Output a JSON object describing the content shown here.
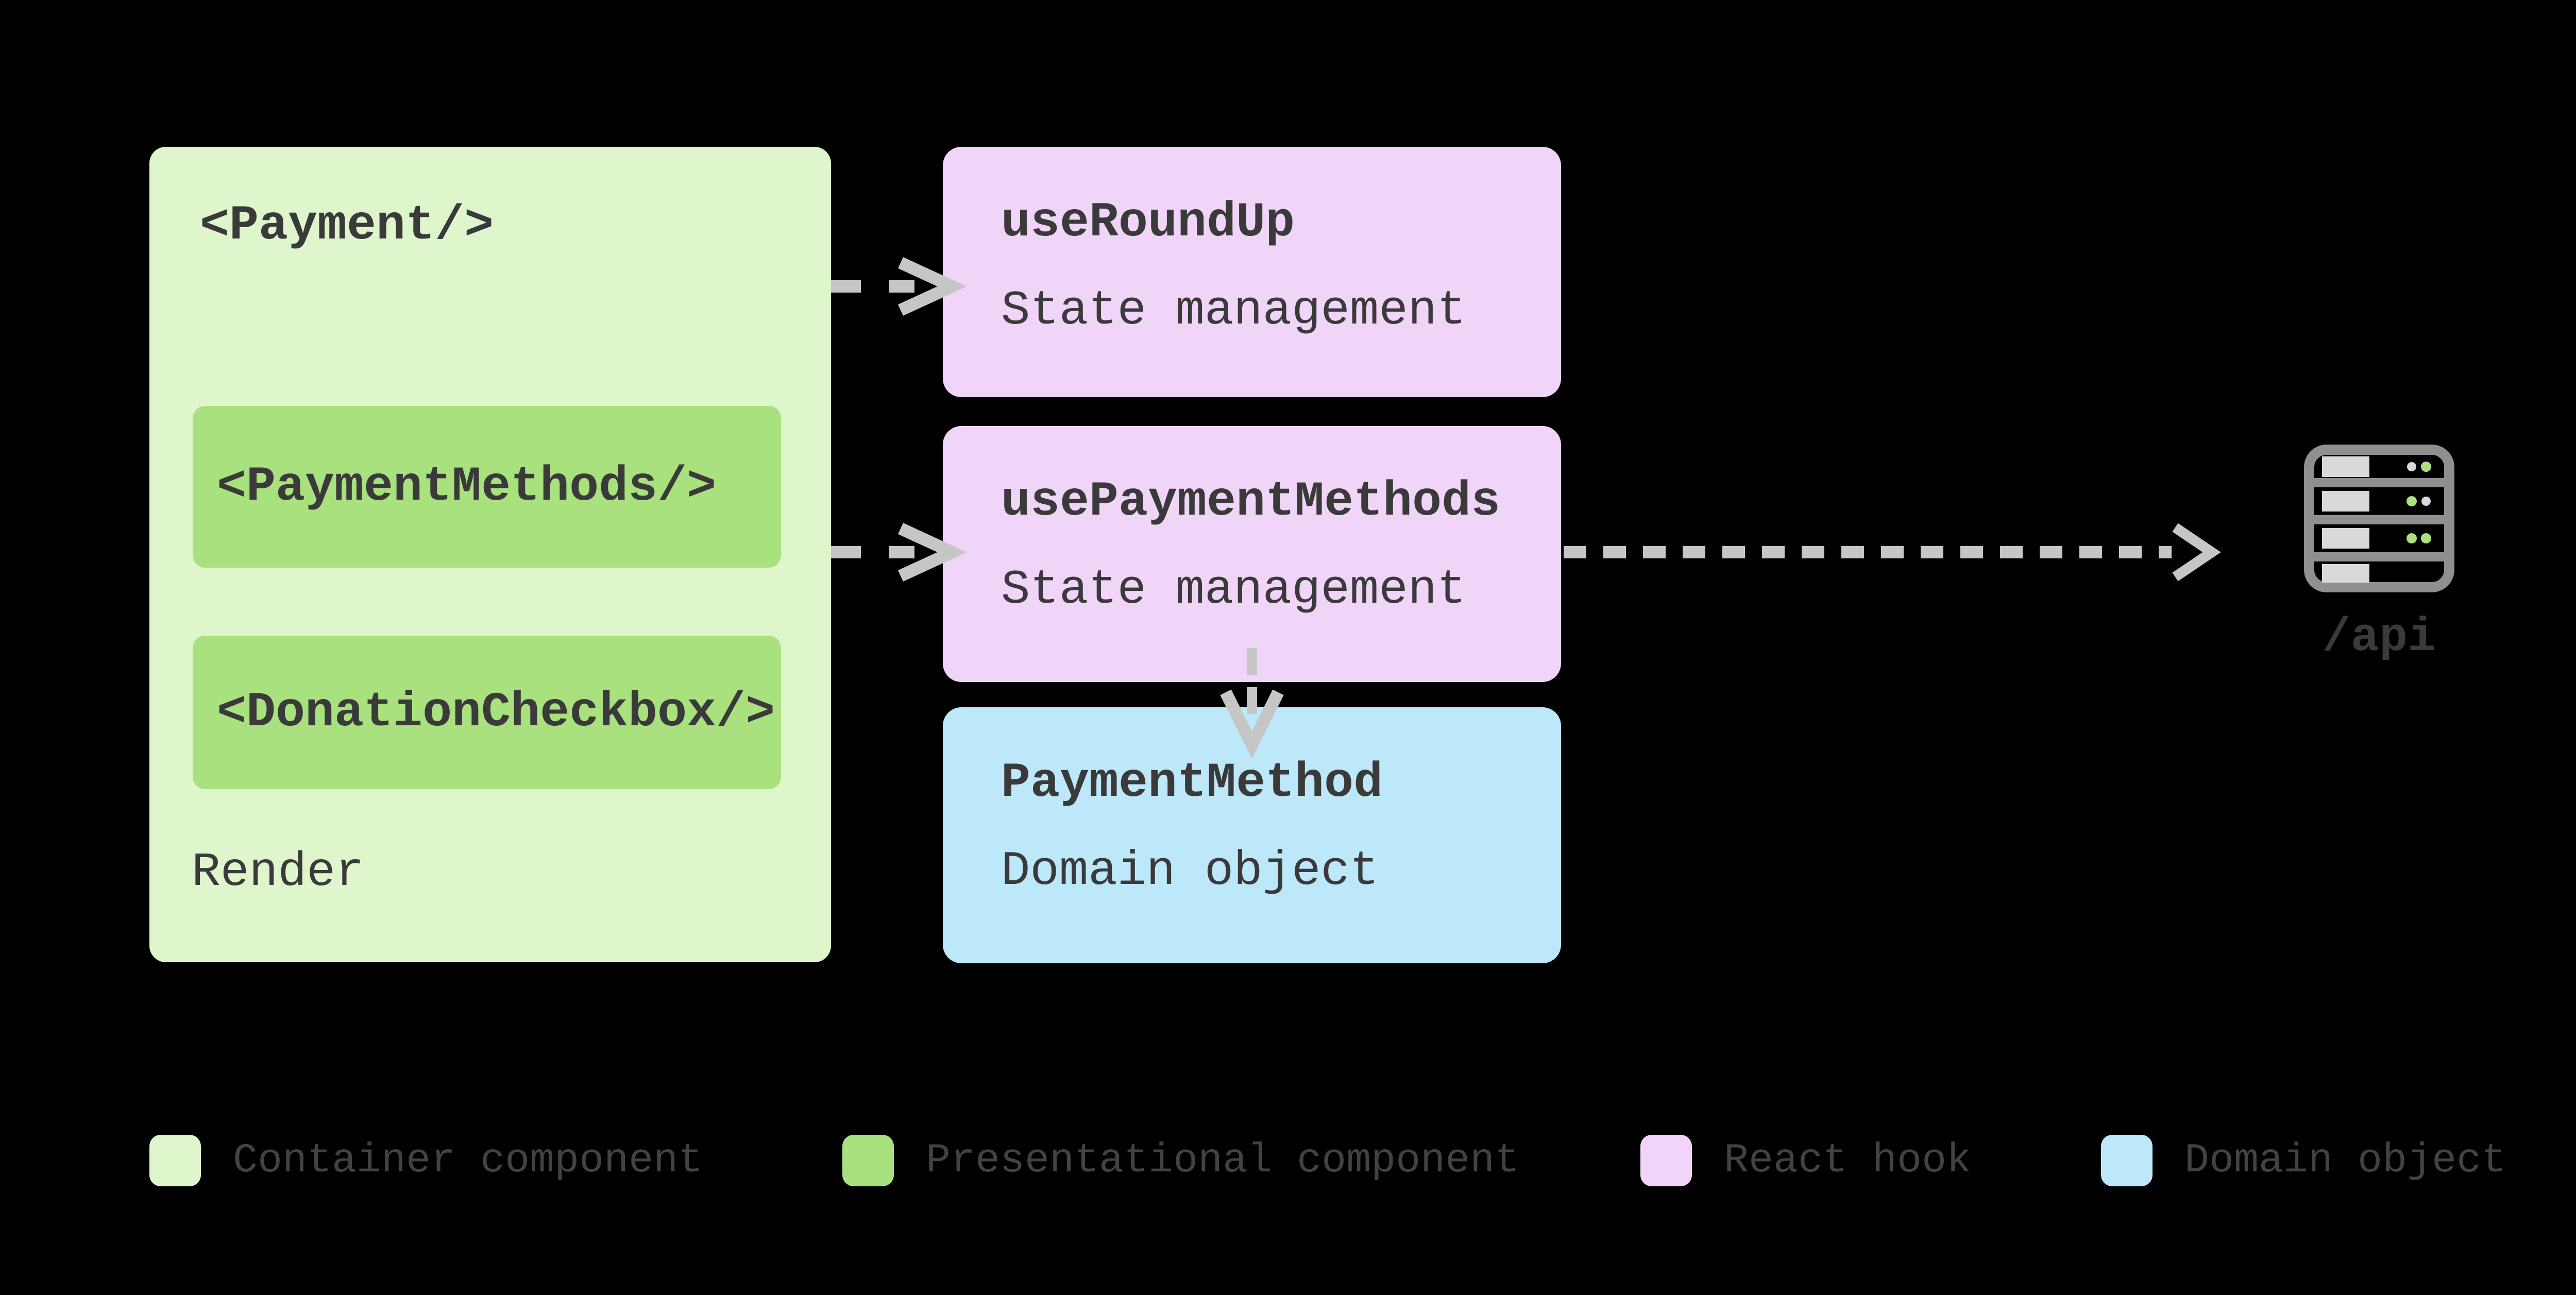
{
  "diagram": {
    "container": {
      "payment_label": "<Payment/>",
      "payment_methods_label": "<PaymentMethods/>",
      "donation_checkbox_label": "<DonationCheckbox/>",
      "render_label": "Render"
    },
    "hooks": [
      {
        "title": "useRoundUp",
        "subtitle": "State management"
      },
      {
        "title": "usePaymentMethods",
        "subtitle": "State management"
      }
    ],
    "domain_object": {
      "title": "PaymentMethod",
      "subtitle": "Domain object"
    },
    "api_label": "/api",
    "server_icon": {
      "rows": [
        {
          "slot": "gray-bar",
          "dots": [
            "gray",
            "green"
          ]
        },
        {
          "slot": "gray-bar",
          "dots": [
            "green",
            "gray"
          ]
        },
        {
          "slot": "gray-bar",
          "dots": [
            "green",
            "green"
          ]
        },
        {
          "slot": "gray-bar",
          "dots": []
        }
      ]
    }
  },
  "legend": [
    {
      "label": "Container component",
      "color": "#dff6cd"
    },
    {
      "label": "Presentational component",
      "color": "#a8e17e"
    },
    {
      "label": "React hook",
      "color": "#f0d5f8"
    },
    {
      "label": "Domain object",
      "color": "#bde8fa"
    }
  ],
  "colors": {
    "background": "#000000",
    "container_fill": "#dff6cd",
    "presentational_fill": "#a8e17e",
    "hook_fill": "#f0d5f8",
    "domain_fill": "#bde8fa",
    "box_text": "#3a3a3a",
    "on_black_text": "#424242",
    "arrow": "#c6c6c6",
    "server_outline": "#8f8f8f",
    "server_slot": "#d9d9d9",
    "dot_green": "#a8e17e",
    "dot_gray": "#d9d9d9"
  }
}
